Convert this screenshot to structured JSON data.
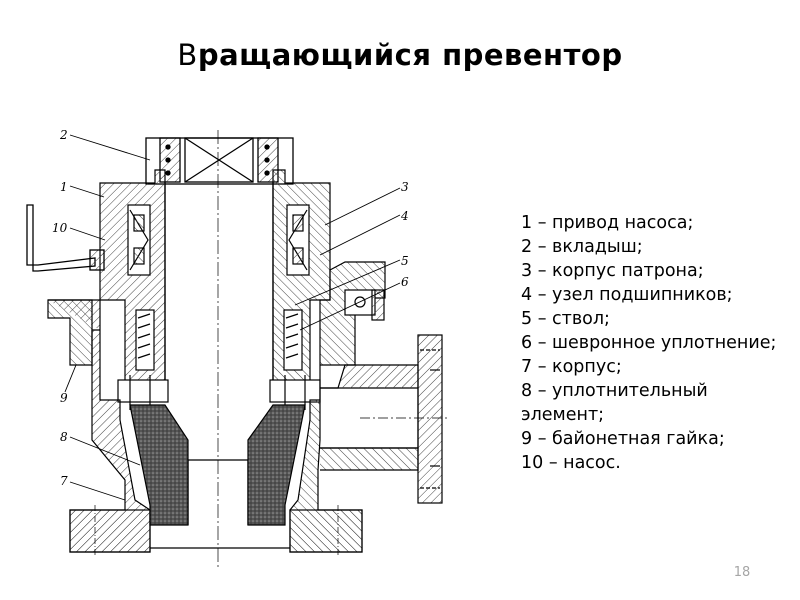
{
  "slide": {
    "title_first": "В",
    "title_rest": "ращающийся превентор",
    "page_number": "18"
  },
  "legend": [
    "1 – привод насоса;",
    "2 – вкладыш;",
    "3 – корпус патрона;",
    "4 – узел подшипников;",
    "5 – ствол;",
    "6 – шевронное уплотнение;",
    "7 – корпус;",
    "8 – уплотнительный элемент;",
    "9 – байонетная гайка;",
    "10 – насос."
  ],
  "callouts": [
    "1",
    "2",
    "3",
    "4",
    "5",
    "6",
    "7",
    "8",
    "9",
    "10"
  ],
  "colors": {
    "line": "#000000",
    "hatch": "#444444",
    "seal": "#3a3a3a",
    "slide_number": "#a6a6a6"
  }
}
